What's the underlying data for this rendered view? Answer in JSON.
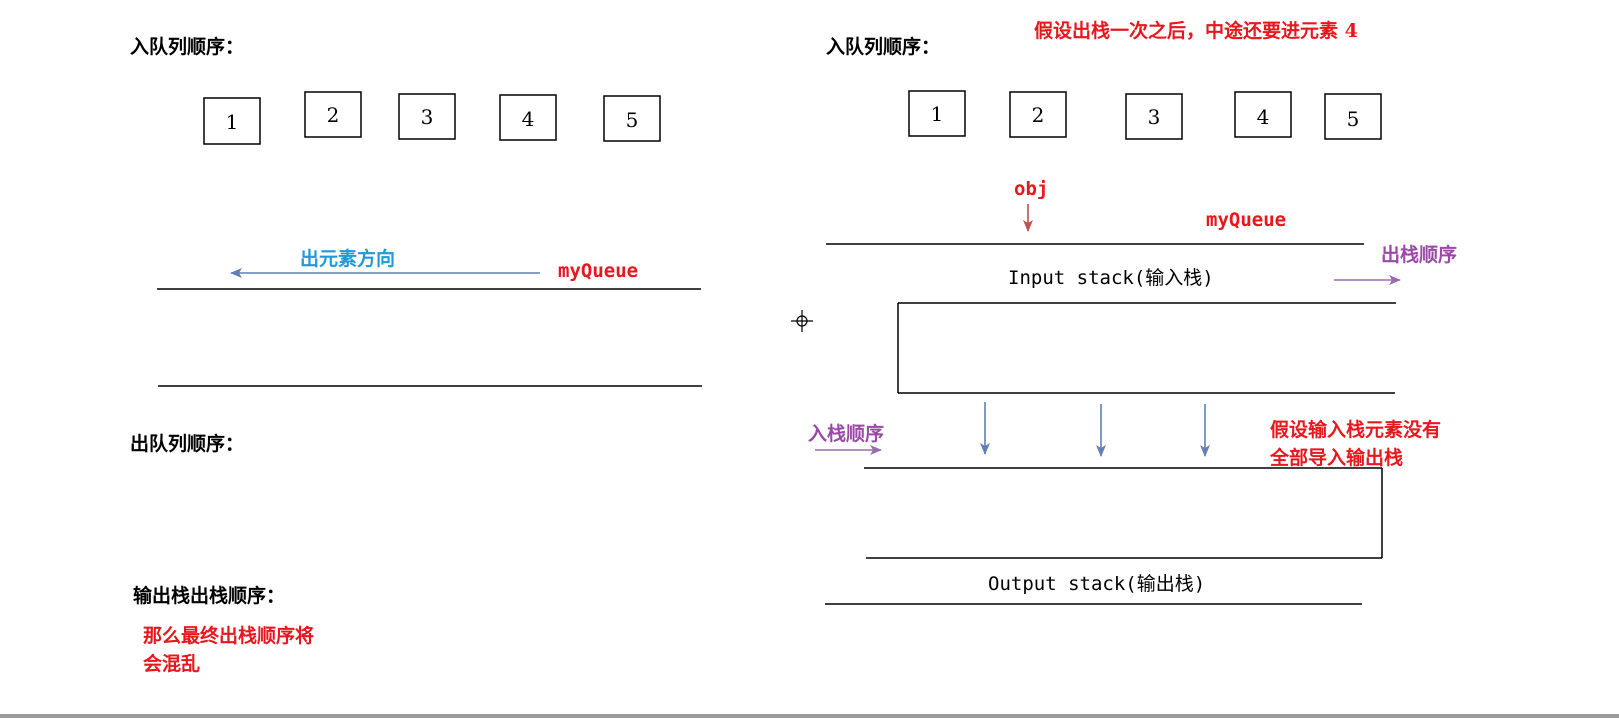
{
  "left": {
    "enqueue_order_label": "入队列顺序：",
    "boxes": [
      "1",
      "2",
      "3",
      "4",
      "5"
    ],
    "direction_label": "出元素方向",
    "queue_name": "myQueue",
    "dequeue_order_label": "出队列顺序：",
    "output_pop_order_label": "输出栈出栈顺序：",
    "note_lines": [
      "那么最终出栈顺序将",
      "会混乱"
    ]
  },
  "right": {
    "enqueue_order_label": "入队列顺序：",
    "assumption_title": "假设出栈一次之后，中途还要进元素 4",
    "boxes": [
      "1",
      "2",
      "3",
      "4",
      "5"
    ],
    "obj_label": "obj",
    "queue_name": "myQueue",
    "input_stack_label": "Input stack(输入栈)",
    "pop_order_label": "出栈顺序",
    "push_order_label": "入栈顺序",
    "note_lines": [
      "假设输入栈元素没有",
      "全部导入输出栈"
    ],
    "output_stack_label": "Output stack(输出栈)"
  },
  "colors": {
    "text": "#000000",
    "accent_red": "#e8161d",
    "purple": "#9a4aa6",
    "blue_text": "#1f9ad6",
    "arrow_blue": "#5f7fb5",
    "arrow_red": "#c0504d"
  },
  "icons": [
    "move-cursor-icon"
  ]
}
